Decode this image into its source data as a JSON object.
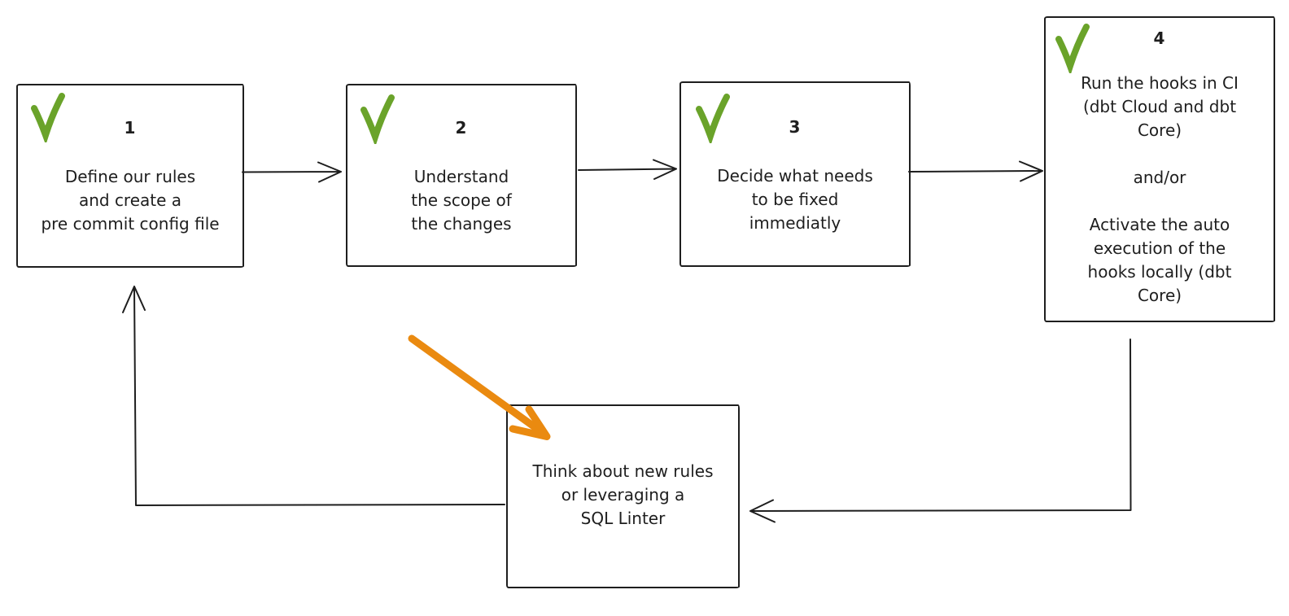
{
  "diagram": {
    "type": "flowchart",
    "style": "hand-drawn-sketch",
    "colors": {
      "background": "#ffffff",
      "stroke": "#1e1e1e",
      "check_green": "#6aa32a",
      "highlight_orange": "#ea8a10"
    },
    "steps": [
      {
        "number": "1",
        "checked": true,
        "check_icon": "green-checkmark",
        "text": "Define our rules\nand create a\npre commit config file"
      },
      {
        "number": "2",
        "checked": true,
        "check_icon": "green-checkmark",
        "text": "Understand\nthe scope of\nthe changes"
      },
      {
        "number": "3",
        "checked": true,
        "check_icon": "green-checkmark",
        "text": "Decide what needs\nto be fixed\nimmediatly"
      },
      {
        "number": "4",
        "checked": true,
        "check_icon": "green-checkmark",
        "text": "Run the hooks in CI\n(dbt Cloud and dbt\nCore)\n\nand/or\n\nActivate the auto\nexecution of the\nhooks locally (dbt\nCore)"
      }
    ],
    "feedback_box": {
      "text": "Think about new rules\nor leveraging a\nSQL Linter"
    },
    "connections": [
      {
        "from": "step-1",
        "to": "step-2",
        "style": "thin-black"
      },
      {
        "from": "step-2",
        "to": "step-3",
        "style": "thin-black"
      },
      {
        "from": "step-3",
        "to": "step-4",
        "style": "thin-black"
      },
      {
        "from": "step-4",
        "to": "feedback-box",
        "style": "thin-black-elbow"
      },
      {
        "from": "feedback-box",
        "to": "step-1",
        "style": "thin-black-elbow"
      },
      {
        "from": "annotation",
        "to": "feedback-box",
        "style": "thick-orange"
      }
    ]
  }
}
